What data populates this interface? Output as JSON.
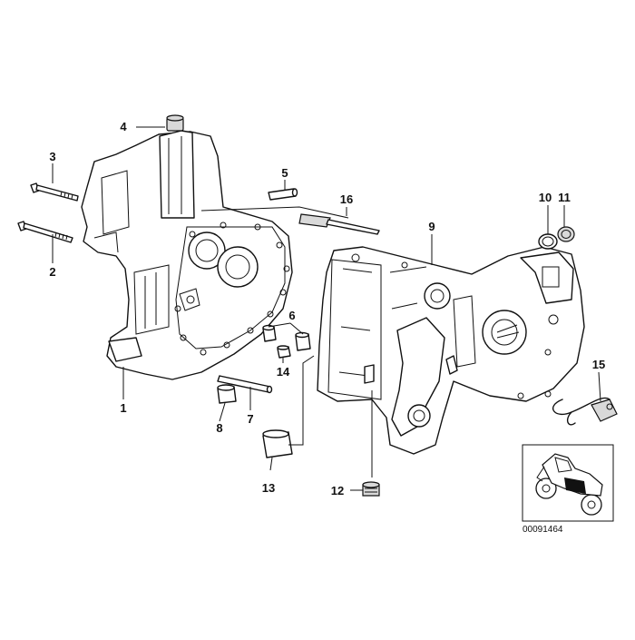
{
  "diagram": {
    "callouts": [
      {
        "id": "1",
        "label": "1"
      },
      {
        "id": "2",
        "label": "2"
      },
      {
        "id": "3",
        "label": "3"
      },
      {
        "id": "4",
        "label": "4"
      },
      {
        "id": "5",
        "label": "5"
      },
      {
        "id": "6",
        "label": "6"
      },
      {
        "id": "7",
        "label": "7"
      },
      {
        "id": "8",
        "label": "8"
      },
      {
        "id": "9",
        "label": "9"
      },
      {
        "id": "10",
        "label": "10"
      },
      {
        "id": "11",
        "label": "11"
      },
      {
        "id": "12",
        "label": "12"
      },
      {
        "id": "13",
        "label": "13"
      },
      {
        "id": "14",
        "label": "14"
      },
      {
        "id": "15",
        "label": "15"
      },
      {
        "id": "16",
        "label": "16"
      }
    ],
    "doc_number": "00091464"
  }
}
